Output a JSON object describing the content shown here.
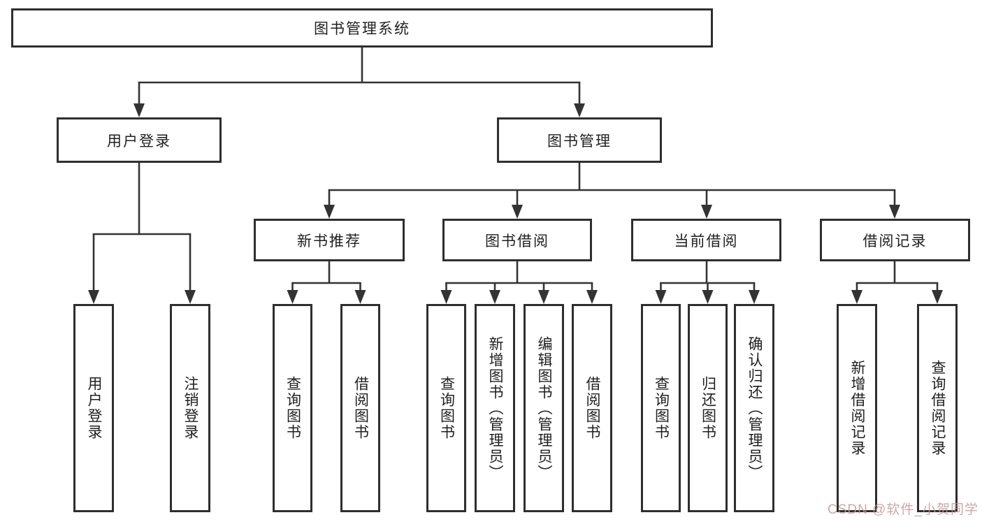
{
  "diagram": {
    "title": "图书管理系统",
    "root": {
      "label": "图书管理系统"
    },
    "branches": [
      {
        "label": "用户登录",
        "children": [
          {
            "label": "用户登录"
          },
          {
            "label": "注销登录"
          }
        ]
      },
      {
        "label": "图书管理",
        "children": [
          {
            "label": "新书推荐",
            "children": [
              {
                "label": "查询图书"
              },
              {
                "label": "借阅图书"
              }
            ]
          },
          {
            "label": "图书借阅",
            "children": [
              {
                "label": "查询图书"
              },
              {
                "label": "新增图书（管理员）"
              },
              {
                "label": "编辑图书（管理员）"
              },
              {
                "label": "借阅图书"
              }
            ]
          },
          {
            "label": "当前借阅",
            "children": [
              {
                "label": "查询图书"
              },
              {
                "label": "归还图书"
              },
              {
                "label": "确认归还（管理员）"
              }
            ]
          },
          {
            "label": "借阅记录",
            "children": [
              {
                "label": "新增借阅记录"
              },
              {
                "label": "查询借阅记录"
              }
            ]
          }
        ]
      }
    ]
  },
  "watermark": {
    "text": "CSDN @软件_小贺同学"
  },
  "colors": {
    "line": "#333333",
    "box_border": "#2e2e2e",
    "text": "#1f1f1f",
    "background": "#ffffff",
    "watermark": "#c59898"
  }
}
